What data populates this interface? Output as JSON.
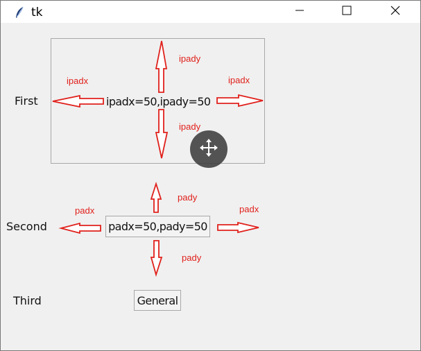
{
  "window": {
    "title": "tk",
    "icons": {
      "app": "feather-icon",
      "minimize": "minimize-icon",
      "maximize": "maximize-icon",
      "close": "close-icon",
      "move": "move-icon"
    }
  },
  "rows": [
    {
      "label": "First",
      "button": "ipadx=50,ipady=50",
      "ann_left": "ipadx",
      "ann_right": "ipadx",
      "ann_top": "ipady",
      "ann_bottom": "ipady"
    },
    {
      "label": "Second",
      "button": "padx=50,pady=50",
      "ann_left": "padx",
      "ann_right": "padx",
      "ann_top": "pady",
      "ann_bottom": "pady"
    },
    {
      "label": "Third",
      "button": "General"
    }
  ],
  "colors": {
    "annotation": "#e0201b",
    "background": "#f0f0f0"
  }
}
